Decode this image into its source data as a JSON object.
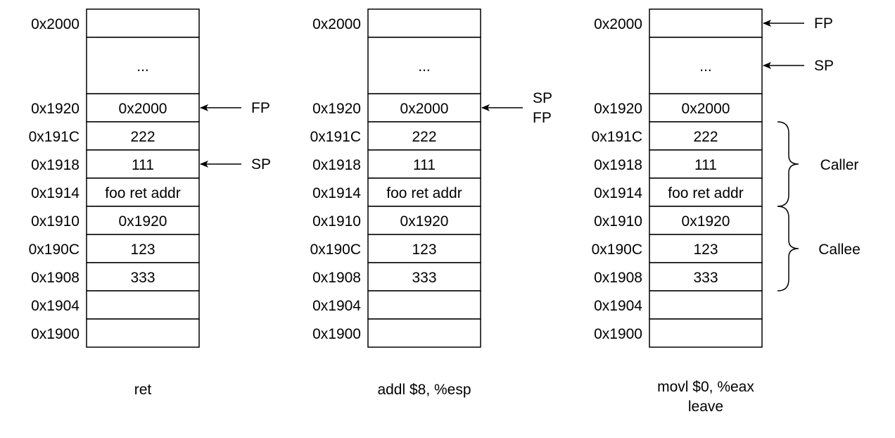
{
  "addresses": [
    "0x2000",
    "0x1920",
    "0x191C",
    "0x1918",
    "0x1914",
    "0x1910",
    "0x190C",
    "0x1908",
    "0x1904",
    "0x1900"
  ],
  "ellipsis": "...",
  "cells": [
    "",
    "0x2000",
    "222",
    "111",
    "foo ret addr",
    "0x1920",
    "123",
    "333",
    "",
    ""
  ],
  "stacks": [
    {
      "caption": [
        "ret"
      ],
      "pointers": [
        {
          "labels": [
            "FP"
          ],
          "row": "0x1920"
        },
        {
          "labels": [
            "SP"
          ],
          "row": "0x1918"
        }
      ]
    },
    {
      "caption": [
        "addl $8, %esp"
      ],
      "pointers": [
        {
          "labels": [
            "SP",
            "FP"
          ],
          "row": "0x1920"
        }
      ]
    },
    {
      "caption": [
        "movl $0, %eax",
        "leave"
      ],
      "pointers": [
        {
          "labels": [
            "FP"
          ],
          "row": "0x2000"
        },
        {
          "labels": [
            "SP"
          ],
          "row": "..."
        }
      ],
      "braces": [
        {
          "label": "Caller",
          "from": "0x191C",
          "to": "0x1914"
        },
        {
          "label": "Callee",
          "from": "0x1910",
          "to": "0x1908"
        }
      ]
    }
  ],
  "colors": {
    "stroke": "#000000",
    "fill": "#ffffff"
  }
}
